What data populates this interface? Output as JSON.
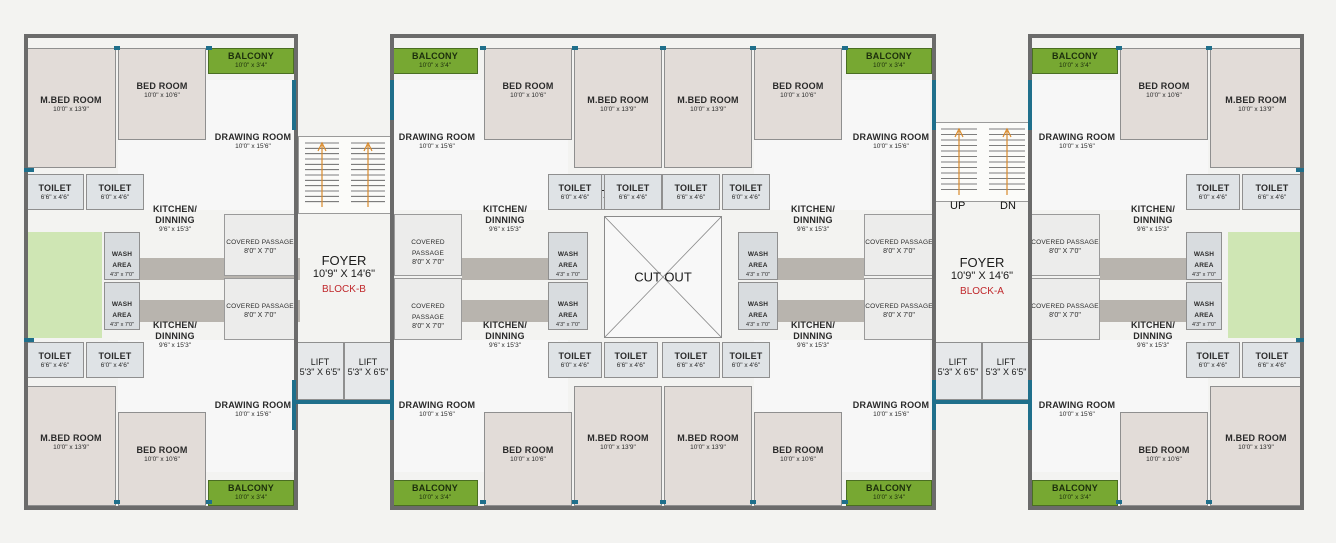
{
  "labels": {
    "m_bed": "M.BED ROOM",
    "m_bed_dim": "10'0\" x 13'9\"",
    "bed": "BED ROOM",
    "bed_dim": "10'0\" x 10'6\"",
    "drawing": "DRAWING ROOM",
    "drawing_dim": "10'0\" x 15'6\"",
    "kitchen": "KITCHEN/\nDINNING",
    "kitchen_dim": "9'6\" x 15'3\"",
    "toilet": "TOILET",
    "toilet_dim_a": "6'6\" x 4'6\"",
    "toilet_dim_b": "6'0\" x 4'6\"",
    "balcony": "BALCONY",
    "balcony_dim": "10'0\" x 3'4\"",
    "wash": "WASH AREA",
    "wash_dim": "4'3\" x 7'0\"",
    "passage": "COVERED PASSAGE",
    "passage_dim": "8'0\" X 7'0\"",
    "lift": "LIFT",
    "lift_dim": "5'3\" X 6'5\"",
    "foyer": "FOYER",
    "foyer_dim": "10'9\" X 14'6\"",
    "block_b": "BLOCK-B",
    "block_a": "BLOCK-A",
    "cut_out": "CUT OUT",
    "up": "UP",
    "dn": "DN"
  },
  "colors": {
    "wall": "#6b6b6b",
    "window": "#1f6f8b",
    "balcony": "#77a832",
    "block_label": "#c0282c",
    "stair_arrow": "#d98a2b"
  }
}
